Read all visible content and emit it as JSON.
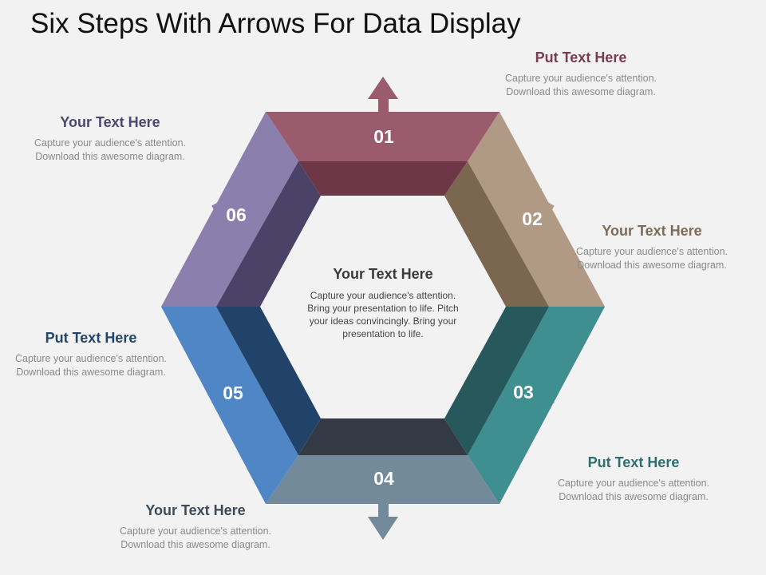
{
  "title": "Six Steps With Arrows For Data Display",
  "colors": {
    "step01": "#9a5b6c",
    "step02": "#b09a86",
    "step03": "#3f8f90",
    "step04": "#738a9a",
    "step05": "#4f86c6",
    "step06": "#8b7fae"
  },
  "center": {
    "heading": "Your Text Here",
    "body": "Capture your audience's attention. Bring your presentation to life. Pitch your ideas convincingly. Bring your presentation to life."
  },
  "steps": [
    {
      "number": "01",
      "heading": "Put Text Here",
      "body": "Capture your audience's attention. Download this awesome diagram.",
      "arrow": "up-arrow-icon"
    },
    {
      "number": "02",
      "heading": "Your Text Here",
      "body": "Capture your audience's attention. Download this awesome diagram.",
      "arrow": "up-right-arrow-icon"
    },
    {
      "number": "03",
      "heading": "Put Text Here",
      "body": "Capture your audience's attention. Download this awesome diagram.",
      "arrow": "down-right-arrow-icon"
    },
    {
      "number": "04",
      "heading": "Your Text Here",
      "body": "Capture your audience's attention. Download this awesome diagram.",
      "arrow": "down-arrow-icon"
    },
    {
      "number": "05",
      "heading": "Put Text Here",
      "body": "Capture your audience's attention. Download this awesome diagram.",
      "arrow": "down-left-arrow-icon"
    },
    {
      "number": "06",
      "heading": "Your Text Here",
      "body": "Capture your audience's attention. Download this awesome diagram.",
      "arrow": "up-left-arrow-icon"
    }
  ]
}
